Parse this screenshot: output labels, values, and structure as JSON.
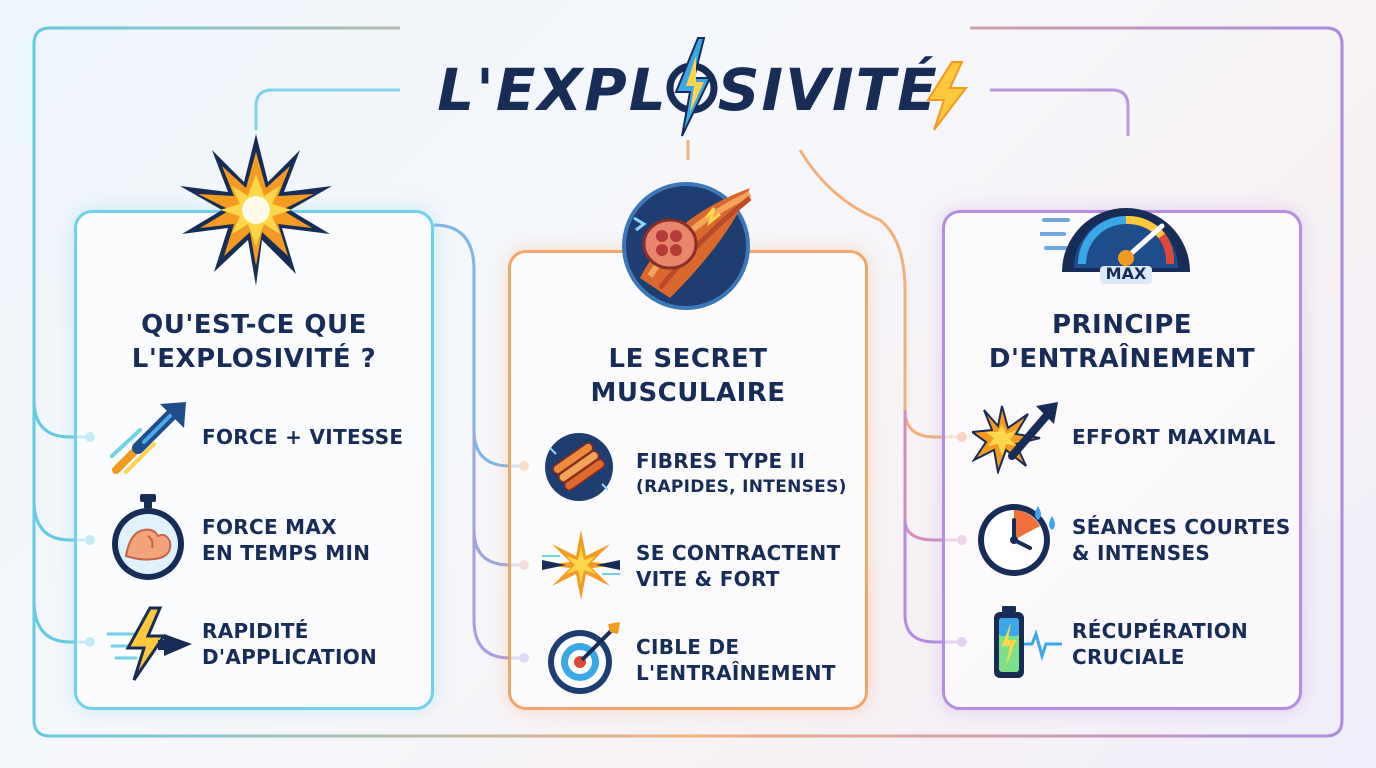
{
  "title": {
    "before": "L'EXPL",
    "after": "SIVITÉ"
  },
  "sections": [
    {
      "heading_line1": "QU'EST-CE QUE",
      "heading_line2": "L'EXPLOSIVITÉ ?",
      "icon": "explosion-star-icon",
      "items": [
        {
          "line1": "FORCE + VITESSE",
          "line2": "",
          "icon": "rocket-arrow-icon"
        },
        {
          "line1": "FORCE MAX",
          "line2": "EN TEMPS MIN",
          "icon": "stopwatch-bicep-icon"
        },
        {
          "line1": "RAPIDITÉ",
          "line2": "D'APPLICATION",
          "icon": "lightning-arrow-icon"
        }
      ]
    },
    {
      "heading_line1": "LE SECRET",
      "heading_line2": "MUSCULAIRE",
      "icon": "muscle-fiber-icon",
      "items": [
        {
          "line1": "FIBRES TYPE II",
          "line2": "(RAPIDES, INTENSES)",
          "icon": "fiber-bundle-icon"
        },
        {
          "line1": "SE CONTRACTENT",
          "line2": "VITE & FORT",
          "icon": "contraction-burst-icon"
        },
        {
          "line1": "CIBLE DE",
          "line2": "L'ENTRAÎNEMENT",
          "icon": "target-icon"
        }
      ]
    },
    {
      "heading_line1": "PRINCIPE",
      "heading_line2": "D'ENTRAÎNEMENT",
      "icon": "speedometer-max-icon",
      "gauge_label": "MAX",
      "items": [
        {
          "line1": "EFFORT MAXIMAL",
          "line2": "",
          "icon": "burst-arrow-icon"
        },
        {
          "line1": "SÉANCES COURTES",
          "line2": "& INTENSES",
          "icon": "clock-sweat-icon"
        },
        {
          "line1": "RÉCUPÉRATION",
          "line2": "CRUCIALE",
          "icon": "battery-pulse-icon"
        }
      ]
    }
  ],
  "colors": {
    "navy": "#172d57",
    "blue": "#6fd2e8",
    "orange": "#f6a56a",
    "purple": "#b68de0"
  }
}
